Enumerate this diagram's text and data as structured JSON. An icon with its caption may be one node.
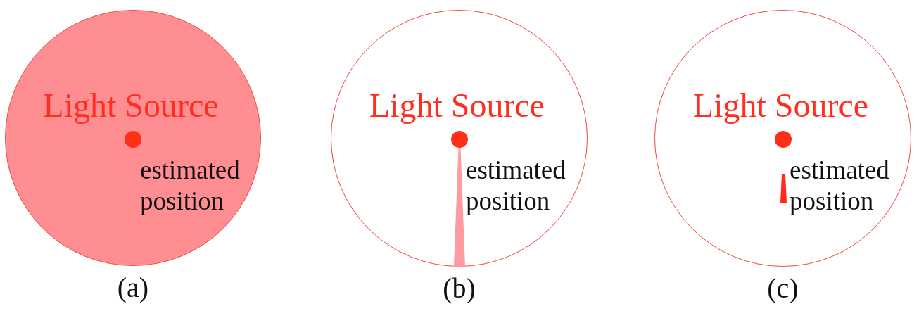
{
  "diagram": {
    "nodes": [
      {
        "text": [
          "Light Source",
          "estimated position"
        ],
        "beside": [
          "(a)"
        ]
      },
      {
        "text": [
          "Light Source",
          "estimated position"
        ],
        "beside": [
          "(b)"
        ]
      },
      {
        "text": [
          "Light Source",
          "estimated position"
        ],
        "beside": [
          "(c)"
        ]
      }
    ]
  }
}
